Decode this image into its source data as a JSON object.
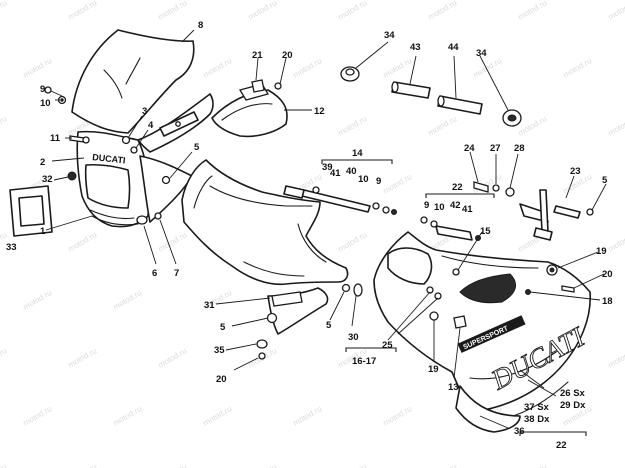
{
  "watermark": "motod.ru",
  "brand": {
    "headlight_badge": "DUCATI",
    "side_panel_logo": "DUCATI",
    "side_strip": "SUPERSPORT"
  },
  "callouts": [
    {
      "id": "c1",
      "text": "1"
    },
    {
      "id": "c2",
      "text": "2"
    },
    {
      "id": "c3",
      "text": "3"
    },
    {
      "id": "c4",
      "text": "4"
    },
    {
      "id": "c5a",
      "text": "5"
    },
    {
      "id": "c5b",
      "text": "5"
    },
    {
      "id": "c5c",
      "text": "5"
    },
    {
      "id": "c5d",
      "text": "5"
    },
    {
      "id": "c6",
      "text": "6"
    },
    {
      "id": "c7",
      "text": "7"
    },
    {
      "id": "c8",
      "text": "8"
    },
    {
      "id": "c9a",
      "text": "9"
    },
    {
      "id": "c9b",
      "text": "9"
    },
    {
      "id": "c9c",
      "text": "9"
    },
    {
      "id": "c10a",
      "text": "10"
    },
    {
      "id": "c10b",
      "text": "10"
    },
    {
      "id": "c10c",
      "text": "10"
    },
    {
      "id": "c11",
      "text": "11"
    },
    {
      "id": "c12",
      "text": "12"
    },
    {
      "id": "c13",
      "text": "13"
    },
    {
      "id": "c14",
      "text": "14"
    },
    {
      "id": "c15",
      "text": "15"
    },
    {
      "id": "c1617",
      "text": "16-17"
    },
    {
      "id": "c18",
      "text": "18"
    },
    {
      "id": "c19a",
      "text": "19"
    },
    {
      "id": "c19b",
      "text": "19"
    },
    {
      "id": "c20a",
      "text": "20"
    },
    {
      "id": "c20b",
      "text": "20"
    },
    {
      "id": "c20c",
      "text": "20"
    },
    {
      "id": "c21",
      "text": "21"
    },
    {
      "id": "c22a",
      "text": "22"
    },
    {
      "id": "c22b",
      "text": "22"
    },
    {
      "id": "c23",
      "text": "23"
    },
    {
      "id": "c24",
      "text": "24"
    },
    {
      "id": "c25",
      "text": "25"
    },
    {
      "id": "c26",
      "text": "26 Sx"
    },
    {
      "id": "c27",
      "text": "27"
    },
    {
      "id": "c28",
      "text": "28"
    },
    {
      "id": "c29",
      "text": "29 Dx"
    },
    {
      "id": "c30",
      "text": "30"
    },
    {
      "id": "c31",
      "text": "31"
    },
    {
      "id": "c32",
      "text": "32"
    },
    {
      "id": "c33",
      "text": "33"
    },
    {
      "id": "c34a",
      "text": "34"
    },
    {
      "id": "c34b",
      "text": "34"
    },
    {
      "id": "c35",
      "text": "35"
    },
    {
      "id": "c36",
      "text": "36"
    },
    {
      "id": "c37",
      "text": "37 Sx"
    },
    {
      "id": "c38",
      "text": "38 Dx"
    },
    {
      "id": "c39",
      "text": "39"
    },
    {
      "id": "c40",
      "text": "40"
    },
    {
      "id": "c41a",
      "text": "41"
    },
    {
      "id": "c41b",
      "text": "41"
    },
    {
      "id": "c42",
      "text": "42"
    },
    {
      "id": "c43",
      "text": "43"
    },
    {
      "id": "c44",
      "text": "44"
    }
  ]
}
